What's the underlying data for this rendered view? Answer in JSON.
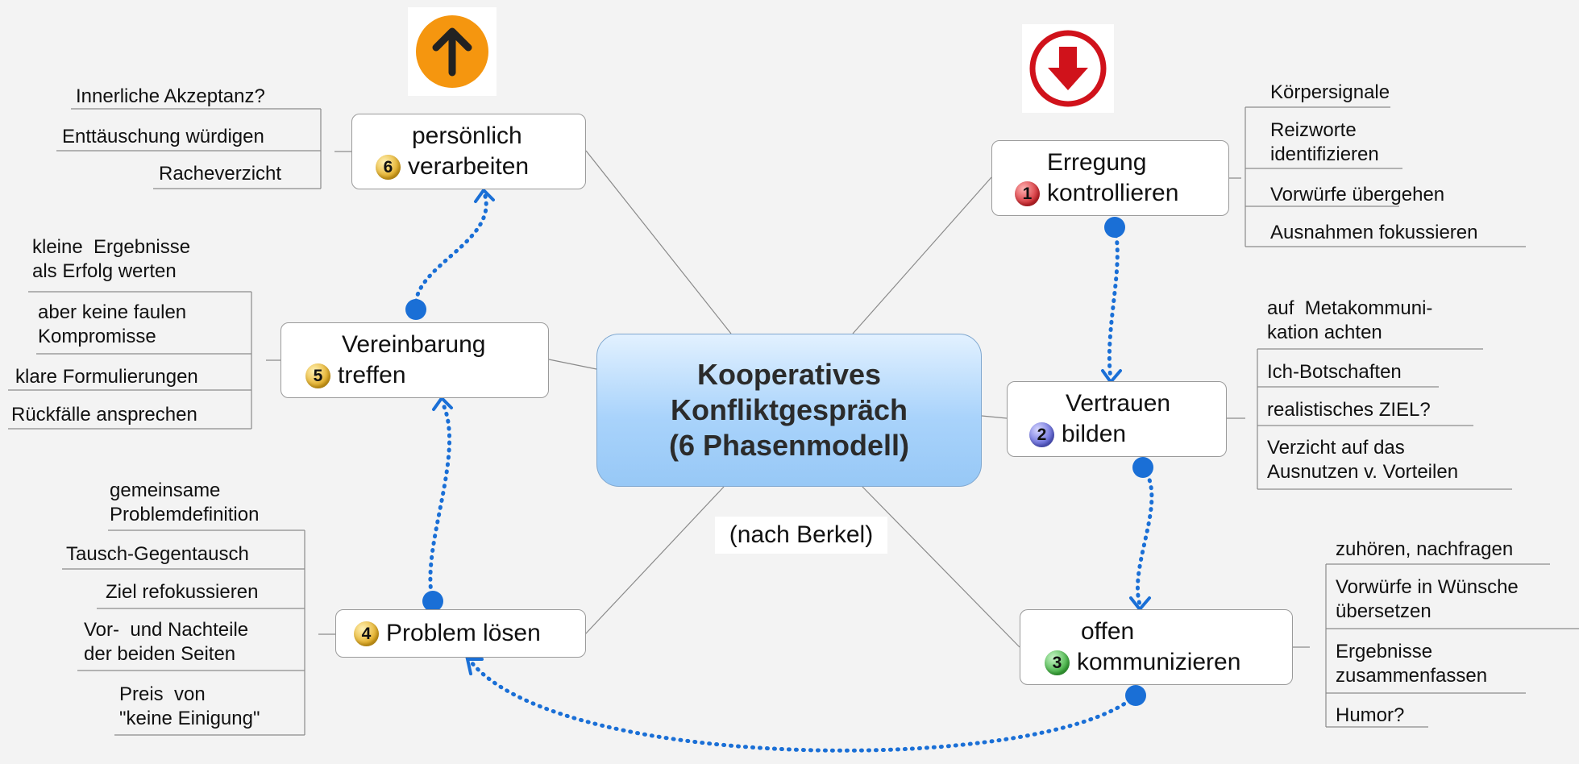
{
  "center": {
    "line1": "Kooperatives",
    "line2": "Konfliktgespräch",
    "line3": "(6 Phasenmodell)"
  },
  "note": "(nach Berkel)",
  "phases": {
    "p1": {
      "num": "1",
      "line1": "Erregung",
      "line2": "kontrollieren",
      "leaves": [
        "Körpersignale",
        "Reizworte\nidentifizieren",
        "Vorwürfe übergehen",
        "Ausnahmen fokussieren"
      ]
    },
    "p2": {
      "num": "2",
      "line1": "Vertrauen",
      "line2": "bilden",
      "leaves": [
        "auf  Metakommuni-\nkation achten",
        "Ich-Botschaften",
        "realistisches ZIEL?",
        "Verzicht auf das\nAusnutzen v. Vorteilen"
      ]
    },
    "p3": {
      "num": "3",
      "line1": "offen",
      "line2": "kommunizieren",
      "leaves": [
        "zuhören, nachfragen",
        "Vorwürfe in Wünsche\nübersetzen",
        "Ergebnisse\nzusammenfassen",
        "Humor?"
      ]
    },
    "p4": {
      "num": "4",
      "line1": "Problem lösen",
      "leaves": [
        "gemeinsame\nProblemdefinition",
        "Tausch-Gegentausch",
        "Ziel refokussieren",
        "Vor-  und Nachteile\nder beiden Seiten",
        "Preis  von\n\"keine Einigung\""
      ]
    },
    "p5": {
      "num": "5",
      "line1": "Vereinbarung",
      "line2": "treffen",
      "leaves": [
        "kleine  Ergebnisse\nals Erfolg werten",
        "aber keine faulen\nKompromisse",
        "klare Formulierungen",
        "Rückfälle ansprechen"
      ]
    },
    "p6": {
      "num": "6",
      "line1": "persönlich",
      "line2": "verarbeiten",
      "leaves": [
        "Innerliche Akzeptanz?",
        "Enttäuschung würdigen",
        "Racheverzicht"
      ]
    }
  },
  "icons": {
    "up": {
      "name": "arrow-up-icon",
      "color": "#f5960f"
    },
    "down": {
      "name": "arrow-down-icon",
      "color": "#d0121b"
    }
  },
  "colors": {
    "connector": "#1a6fd6",
    "line": "#8a8a8a"
  }
}
